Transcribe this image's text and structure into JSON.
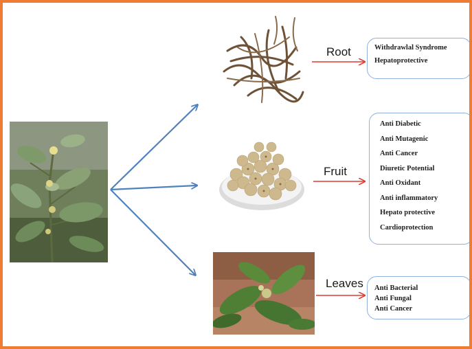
{
  "source_plant": {
    "image": "whole-plant-photo",
    "credit_text": ""
  },
  "parts": [
    {
      "id": "root",
      "label": "Root",
      "image": "dried-root-photo",
      "effects": [
        "Withdrawlal Syndrome",
        "Hepatoprotective"
      ]
    },
    {
      "id": "fruit",
      "label": "Fruit",
      "image": "dried-fruit-bowl-photo",
      "effects": [
        "Anti Diabetic",
        "Anti Mutagenic",
        "Anti Cancer",
        "Diuretic Potential",
        "Anti Oxidant",
        "Anti inflammatory",
        "Hepato protective",
        "Cardioprotection"
      ]
    },
    {
      "id": "leaves",
      "label": "Leaves",
      "image": "leaves-photo",
      "effects": [
        "Anti Bacterial",
        "Anti Fungal",
        "Anti Cancer"
      ]
    }
  ],
  "colors": {
    "frame_border": "#ee7d33",
    "branch_arrow": "#4f81bd",
    "effect_arrow": "#e03c31",
    "box_border": "#8fb0da"
  }
}
